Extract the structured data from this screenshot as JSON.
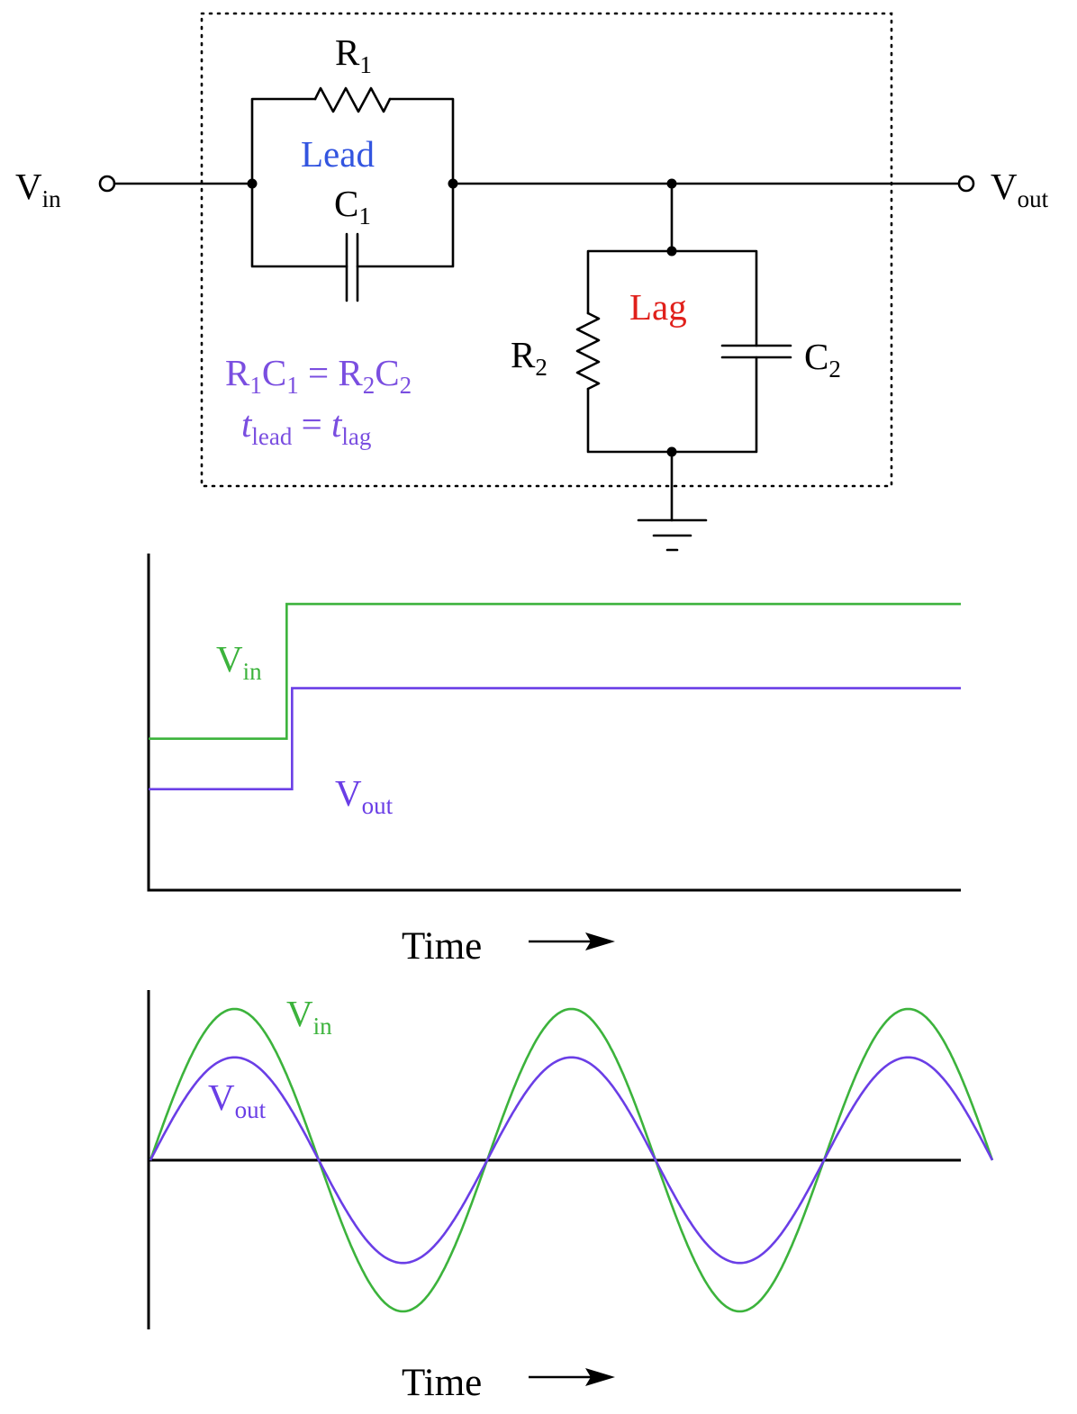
{
  "circuit": {
    "vin": {
      "main": "V",
      "sub": "in"
    },
    "vout": {
      "main": "V",
      "sub": "out"
    },
    "r1": {
      "main": "R",
      "sub": "1"
    },
    "c1": {
      "main": "C",
      "sub": "1"
    },
    "r2": {
      "main": "R",
      "sub": "2"
    },
    "c2": {
      "main": "C",
      "sub": "2"
    },
    "lead_label": "Lead",
    "lag_label": "Lag",
    "eq1": {
      "r1": "R",
      "s1": "1",
      "c1": "C",
      "s2": "1",
      "eq": " = ",
      "r2": "R",
      "s3": "2",
      "c2": "C",
      "s4": "2"
    },
    "eq2": {
      "t1": "t",
      "s1": "lead",
      "eq": " = ",
      "t2": "t",
      "s2": "lag"
    }
  },
  "colors": {
    "lead": "#3355e0",
    "lag": "#e0201b",
    "equation": "#7a4ee0",
    "vin_trace": "#3cb33c",
    "vout_trace": "#6a3ee6",
    "wire": "#000000"
  },
  "step_plot": {
    "vin": {
      "main": "V",
      "sub": "in"
    },
    "vout": {
      "main": "V",
      "sub": "out"
    },
    "xlabel": "Time"
  },
  "sine_plot": {
    "vin": {
      "main": "V",
      "sub": "in"
    },
    "vout": {
      "main": "V",
      "sub": "out"
    },
    "xlabel": "Time"
  },
  "chart_data": [
    {
      "type": "line",
      "xlabel": "Time",
      "ylabel": "",
      "series": [
        {
          "name": "Vin",
          "step_time": 0.17,
          "values_before": 0.45,
          "values_after": 0.85
        },
        {
          "name": "Vout",
          "step_time": 0.17,
          "values_before": 0.3,
          "values_after": 0.6
        }
      ]
    },
    {
      "type": "line",
      "xlabel": "Time",
      "ylabel": "",
      "cycles": 2.5,
      "series": [
        {
          "name": "Vin",
          "amplitude": 1.0
        },
        {
          "name": "Vout",
          "amplitude": 0.68
        }
      ]
    }
  ]
}
